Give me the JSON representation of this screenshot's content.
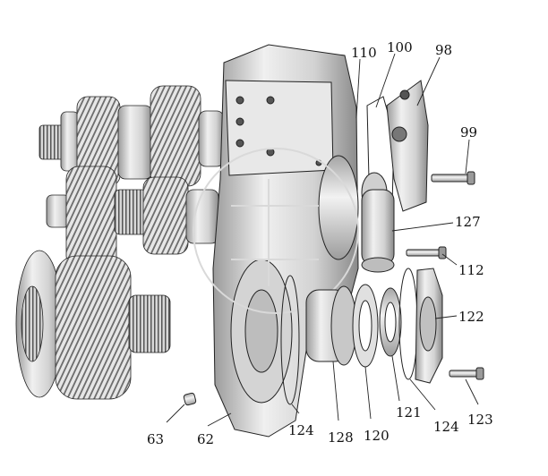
{
  "figure": {
    "title": "",
    "colors": {
      "background": "#ffffff",
      "metal_light": "#ededed",
      "metal_mid": "#cfcfcf",
      "metal_dark": "#7a7a7a",
      "line": "#222222",
      "watermark": "#d9d9d9"
    },
    "reference_labels": [
      {
        "id": "label-110",
        "text": "110"
      },
      {
        "id": "label-100",
        "text": "100"
      },
      {
        "id": "label-98",
        "text": "98"
      },
      {
        "id": "label-99",
        "text": "99"
      },
      {
        "id": "label-127",
        "text": "127"
      },
      {
        "id": "label-112",
        "text": "112"
      },
      {
        "id": "label-122",
        "text": "122"
      },
      {
        "id": "label-123",
        "text": "123"
      },
      {
        "id": "label-124-right",
        "text": "124"
      },
      {
        "id": "label-121",
        "text": "121"
      },
      {
        "id": "label-120",
        "text": "120"
      },
      {
        "id": "label-128",
        "text": "128"
      },
      {
        "id": "label-124-left",
        "text": "124"
      },
      {
        "id": "label-62",
        "text": "62"
      },
      {
        "id": "label-63",
        "text": "63"
      }
    ]
  }
}
